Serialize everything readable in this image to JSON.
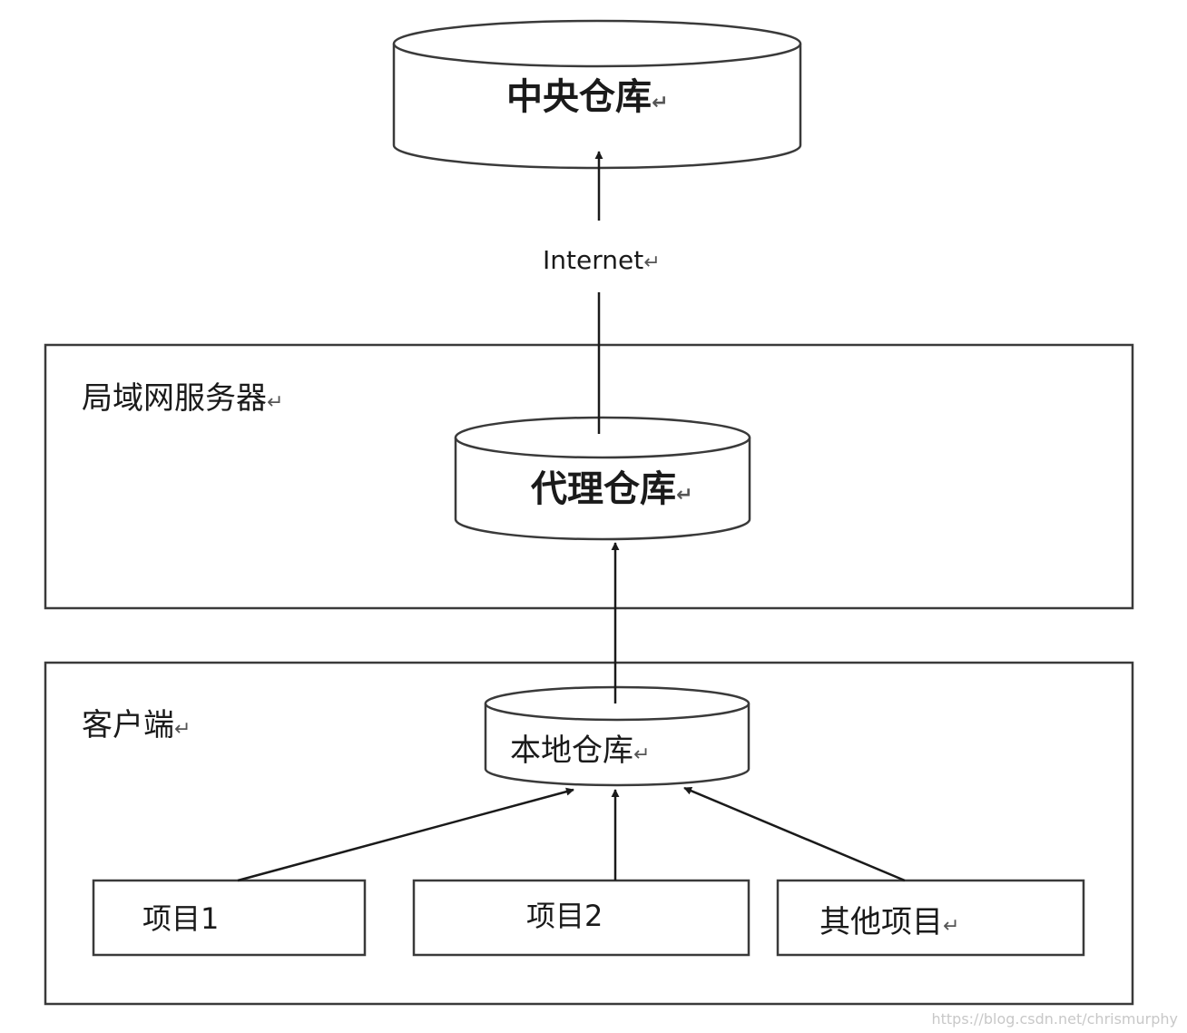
{
  "diagram": {
    "central_repo": {
      "label": "中央仓库"
    },
    "internet": {
      "label": "Internet"
    },
    "lan_server": {
      "label": "局域网服务器"
    },
    "proxy_repo": {
      "label": "代理仓库"
    },
    "client": {
      "label": "客户端"
    },
    "local_repo": {
      "label": "本地仓库"
    },
    "project1": {
      "label": "项目1"
    },
    "project2": {
      "label": "项目2"
    },
    "other_projects": {
      "label": "其他项目"
    },
    "return_mark": "↵",
    "watermark": "https://blog.csdn.net/chrismurphy"
  },
  "colors": {
    "stroke": "#3a3a3a",
    "arrow": "#1a1a1a",
    "text": "#1a1a1a",
    "watermark": "#c8c8c8"
  }
}
